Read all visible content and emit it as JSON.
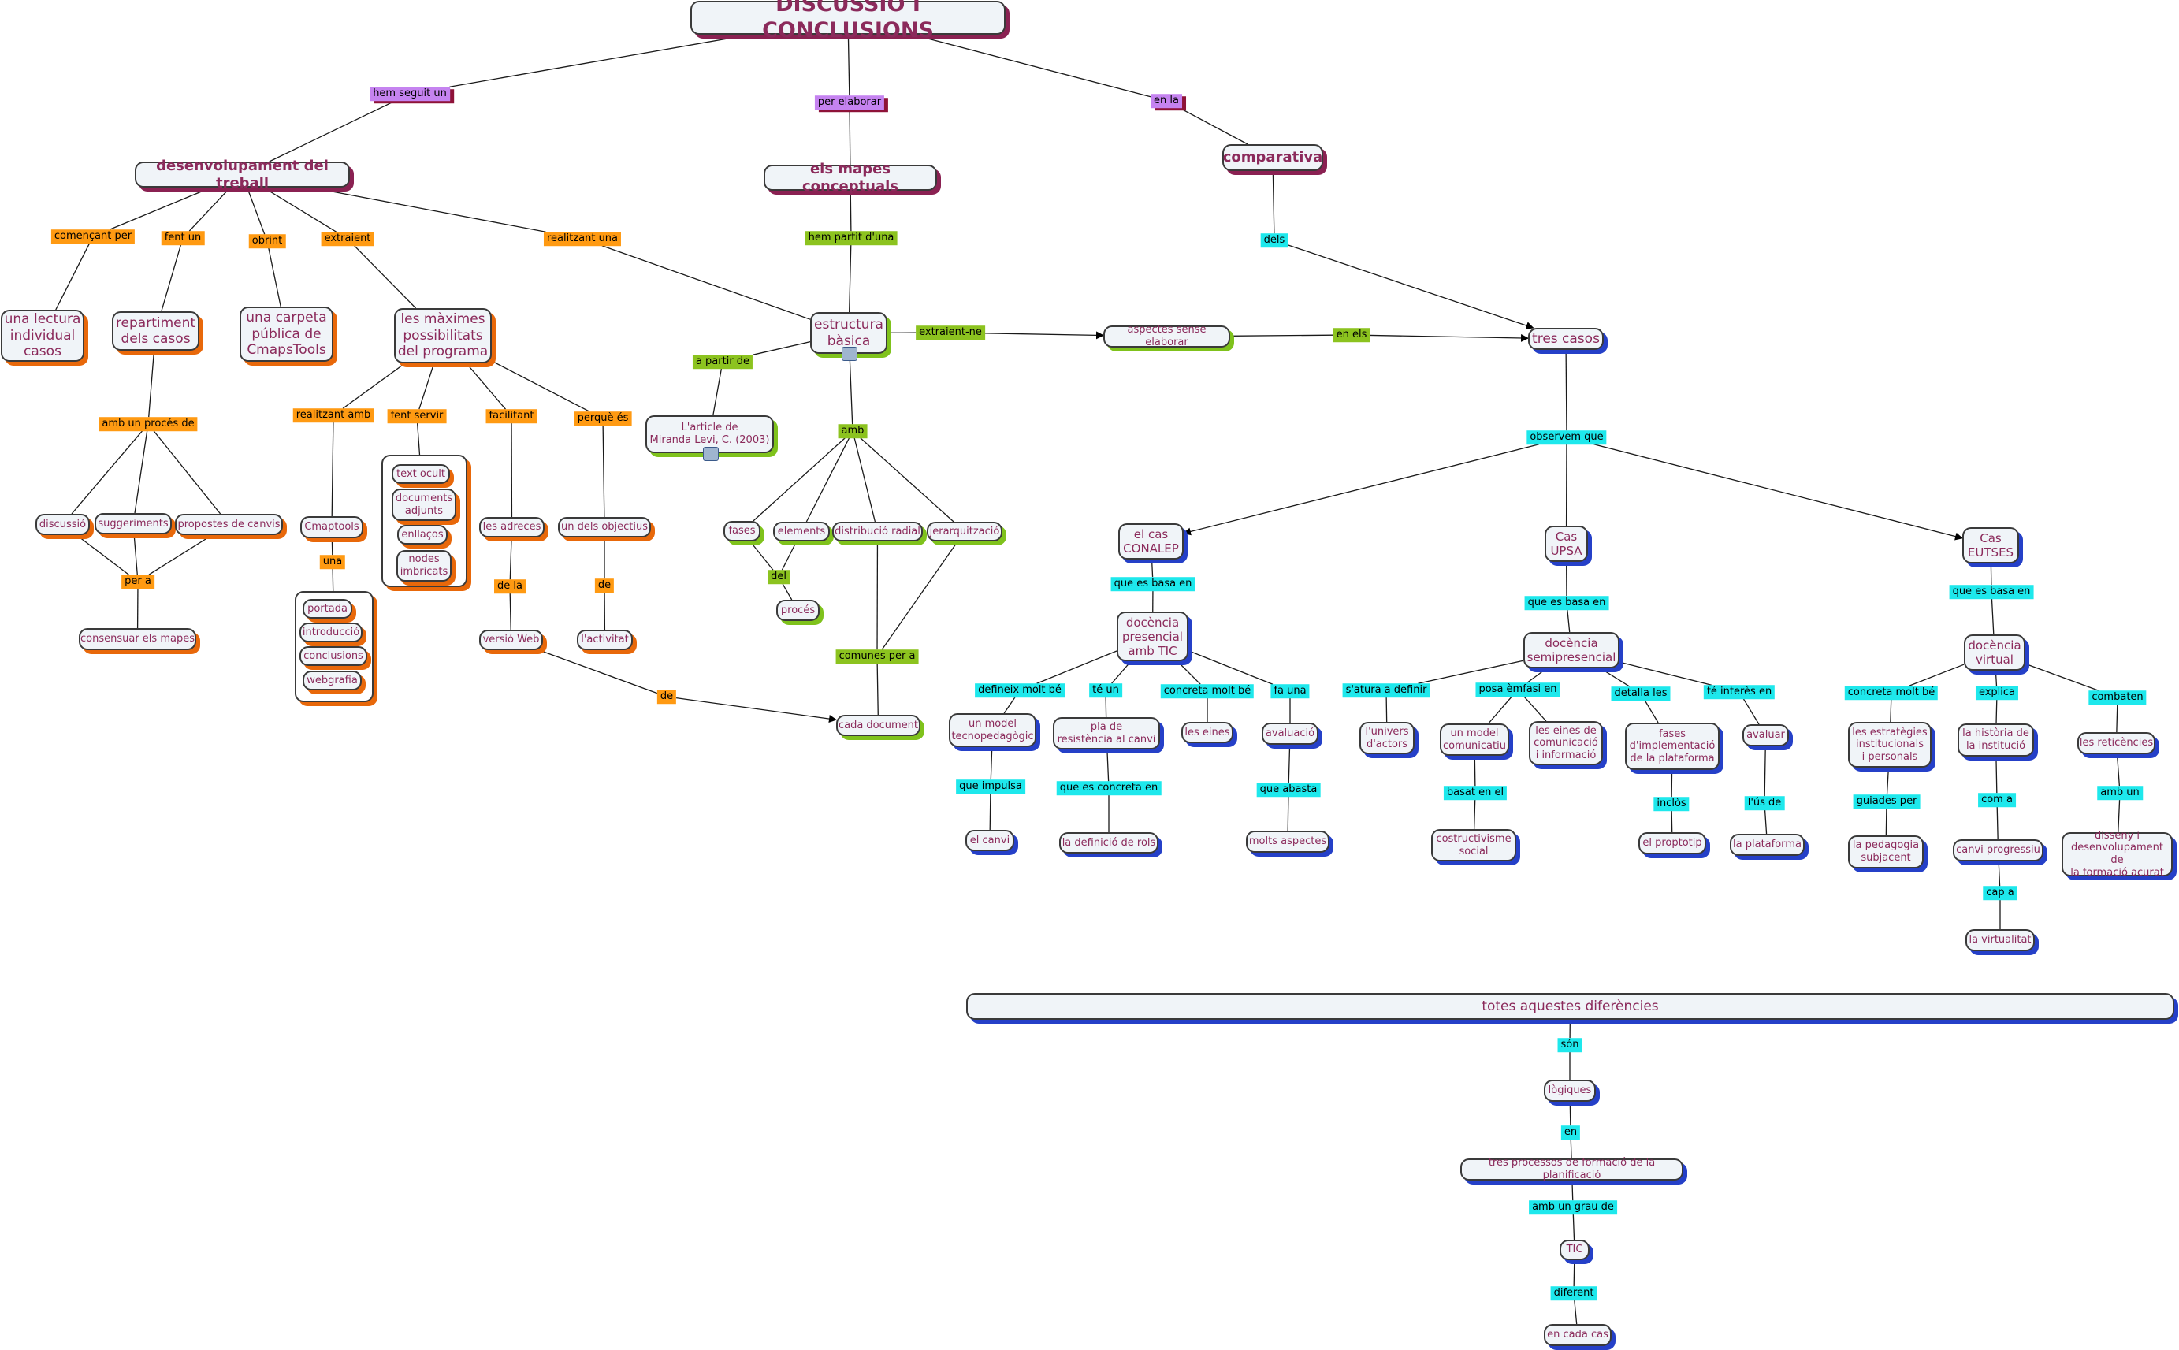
{
  "colors": {
    "text": "#8b2a5b",
    "concept_fill": "#f0f4f8",
    "shadow_orange": "#e8680a",
    "shadow_blue": "#2540c8",
    "shadow_green": "#7fc21c",
    "shadow_maroon": "#8a2152",
    "label_orange": "#ff9a12",
    "label_green": "#8cc31f",
    "label_cyan": "#1ee8ec",
    "label_purple": "#c583f0"
  },
  "concepts": [
    {
      "id": "title",
      "text": "DISCUSSIÓ I CONCLUSIONS"
    },
    {
      "id": "desenvolupament",
      "text": "desenvolupament del treball"
    },
    {
      "id": "mapes",
      "text": "els mapes conceptuals"
    },
    {
      "id": "comparativa",
      "text": "comparativa"
    },
    {
      "id": "lectura",
      "text": "una lectura\nindividual\ncasos"
    },
    {
      "id": "repartiment",
      "text": "repartiment\ndels casos"
    },
    {
      "id": "carpeta",
      "text": "una carpeta\npública de\nCmapsTools"
    },
    {
      "id": "maximes",
      "text": "les màximes\npossibilitats\ndel programa"
    },
    {
      "id": "estructura",
      "text": "estructura\nbàsica"
    },
    {
      "id": "aspectes",
      "text": "aspectes sense elaborar"
    },
    {
      "id": "trescasos",
      "text": "tres casos"
    },
    {
      "id": "article",
      "text": "L'article de\nMiranda Levi, C. (2003)"
    },
    {
      "id": "discussio",
      "text": "discussió"
    },
    {
      "id": "suggeriments",
      "text": "suggeriments"
    },
    {
      "id": "propostes",
      "text": "propostes de canvis"
    },
    {
      "id": "consensuar",
      "text": "consensuar els mapes"
    },
    {
      "id": "cmaptools",
      "text": "Cmaptools"
    },
    {
      "id": "textocult",
      "text": "text ocult"
    },
    {
      "id": "documents",
      "text": "documents\nadjunts"
    },
    {
      "id": "enllacos",
      "text": "enllaços"
    },
    {
      "id": "nodes",
      "text": "nodes\nimbricats"
    },
    {
      "id": "portada",
      "text": "portada"
    },
    {
      "id": "introduccio",
      "text": "introducció"
    },
    {
      "id": "conclusions",
      "text": "conclusions"
    },
    {
      "id": "webgrafia",
      "text": "webgrafia"
    },
    {
      "id": "adreces",
      "text": "les adreces"
    },
    {
      "id": "objectius",
      "text": "un dels objectius"
    },
    {
      "id": "versioweb",
      "text": "versió Web"
    },
    {
      "id": "activitat",
      "text": "l'activitat"
    },
    {
      "id": "fases",
      "text": "fases"
    },
    {
      "id": "elements",
      "text": "elements"
    },
    {
      "id": "distribucio",
      "text": "distribució radial"
    },
    {
      "id": "jerarquitzacio",
      "text": "jerarquització"
    },
    {
      "id": "proces",
      "text": "procés"
    },
    {
      "id": "cadadocument",
      "text": "cada document"
    },
    {
      "id": "conalep",
      "text": "el cas\nCONALEP"
    },
    {
      "id": "upsa",
      "text": "Cas\nUPSA"
    },
    {
      "id": "eutses",
      "text": "Cas\nEUTSES"
    },
    {
      "id": "presencial",
      "text": "docència\npresencial\namb TIC"
    },
    {
      "id": "semipresencial",
      "text": "docència\nsemipresencial"
    },
    {
      "id": "virtual",
      "text": "docència\nvirtual"
    },
    {
      "id": "modeltecno",
      "text": "un model\ntecnopedagògic"
    },
    {
      "id": "resistencia",
      "text": "pla de\nresistència al canvi"
    },
    {
      "id": "leseines",
      "text": "les eines"
    },
    {
      "id": "avaluacio",
      "text": "avaluació"
    },
    {
      "id": "elcanvi",
      "text": "el canvi"
    },
    {
      "id": "rols",
      "text": "la definició de rols"
    },
    {
      "id": "aspectes2",
      "text": "molts aspectes"
    },
    {
      "id": "univers",
      "text": "l'univers\nd'actors"
    },
    {
      "id": "modelcom",
      "text": "un model\ncomunicatiu"
    },
    {
      "id": "einescom",
      "text": "les eines de\ncomunicació\ni informació"
    },
    {
      "id": "fasesimp",
      "text": "fases\nd'implementació\nde la plataforma"
    },
    {
      "id": "avaluar",
      "text": "avaluar"
    },
    {
      "id": "costructivisme",
      "text": "costructivisme\nsocial"
    },
    {
      "id": "proptotip",
      "text": "el proptotip"
    },
    {
      "id": "plataforma",
      "text": "la plataforma"
    },
    {
      "id": "estrategies",
      "text": "les estratègies\ninstitucionals\ni personals"
    },
    {
      "id": "historia",
      "text": "la història de\nla institució"
    },
    {
      "id": "reticencies",
      "text": "les reticències"
    },
    {
      "id": "pedagogia",
      "text": "la pedagogia\nsubjacent"
    },
    {
      "id": "canviprog",
      "text": "canvi progressiu"
    },
    {
      "id": "disseny",
      "text": "disseny i\ndesenvolupament de\nla formació acurat"
    },
    {
      "id": "virtualitat",
      "text": "la virtualitat"
    },
    {
      "id": "totes",
      "text": "totes aquestes diferències"
    },
    {
      "id": "logiques",
      "text": "lògiques"
    },
    {
      "id": "processos",
      "text": "tres processos de formació de la planificació"
    },
    {
      "id": "tic",
      "text": "TIC"
    },
    {
      "id": "cadacas",
      "text": "en cada cas"
    }
  ],
  "linking_phrases": [
    {
      "id": "l_hemseguit",
      "text": "hem seguit un"
    },
    {
      "id": "l_perelaborar",
      "text": "per elaborar"
    },
    {
      "id": "l_enla",
      "text": "en la"
    },
    {
      "id": "l_comencant",
      "text": "començant per"
    },
    {
      "id": "l_fentun",
      "text": "fent un"
    },
    {
      "id": "l_obrint",
      "text": "obrint"
    },
    {
      "id": "l_extraient",
      "text": "extraient"
    },
    {
      "id": "l_realitzantuna",
      "text": "realitzant una"
    },
    {
      "id": "l_hempartit",
      "text": "hem partit d'una"
    },
    {
      "id": "l_dels",
      "text": "dels"
    },
    {
      "id": "l_extraientne",
      "text": "extraient-ne"
    },
    {
      "id": "l_enels",
      "text": "en els"
    },
    {
      "id": "l_apartir",
      "text": "a partir de"
    },
    {
      "id": "l_procesde",
      "text": "amb un procés de"
    },
    {
      "id": "l_pera",
      "text": "per a"
    },
    {
      "id": "l_realitzantamb",
      "text": "realitzant amb"
    },
    {
      "id": "l_fentservir",
      "text": "fent servir"
    },
    {
      "id": "l_facilitant",
      "text": "facilitant"
    },
    {
      "id": "l_perquees",
      "text": "perquè és"
    },
    {
      "id": "l_una",
      "text": "una"
    },
    {
      "id": "l_dela",
      "text": "de la"
    },
    {
      "id": "l_de1",
      "text": "de"
    },
    {
      "id": "l_de2",
      "text": "de"
    },
    {
      "id": "l_amb",
      "text": "amb"
    },
    {
      "id": "l_del",
      "text": "del"
    },
    {
      "id": "l_comunes",
      "text": "comunes per a"
    },
    {
      "id": "l_observem",
      "text": "observem que"
    },
    {
      "id": "l_basa1",
      "text": "que es basa en"
    },
    {
      "id": "l_basa2",
      "text": "que es basa en"
    },
    {
      "id": "l_basa3",
      "text": "que es basa en"
    },
    {
      "id": "l_defineix",
      "text": "defineix molt bé"
    },
    {
      "id": "l_teun",
      "text": "té un"
    },
    {
      "id": "l_concreta1",
      "text": "concreta molt bé"
    },
    {
      "id": "l_faun",
      "text": "fa una"
    },
    {
      "id": "l_impulsa",
      "text": "que impulsa"
    },
    {
      "id": "l_concretaen",
      "text": "que es concreta en"
    },
    {
      "id": "l_abasta",
      "text": "que abasta"
    },
    {
      "id": "l_satura",
      "text": "s'atura a definir"
    },
    {
      "id": "l_posa",
      "text": "posa èmfasi en"
    },
    {
      "id": "l_detalla",
      "text": "detalla les"
    },
    {
      "id": "l_interes",
      "text": "té interès en"
    },
    {
      "id": "l_basat",
      "text": "basat en el"
    },
    {
      "id": "l_inclos",
      "text": "inclòs"
    },
    {
      "id": "l_usde",
      "text": "l'ús de"
    },
    {
      "id": "l_concreta2",
      "text": "concreta molt bé"
    },
    {
      "id": "l_explica",
      "text": "explica"
    },
    {
      "id": "l_combaten",
      "text": "combaten"
    },
    {
      "id": "l_guiades",
      "text": "guiades per"
    },
    {
      "id": "l_coma",
      "text": "com a"
    },
    {
      "id": "l_capa",
      "text": "cap a"
    },
    {
      "id": "l_ambun",
      "text": "amb un"
    },
    {
      "id": "l_son",
      "text": "són"
    },
    {
      "id": "l_en",
      "text": "en"
    },
    {
      "id": "l_grau",
      "text": "amb un grau de"
    },
    {
      "id": "l_diferent",
      "text": "diferent"
    }
  ],
  "connections": [
    [
      "title",
      "l_hemseguit"
    ],
    [
      "l_hemseguit",
      "desenvolupament"
    ],
    [
      "title",
      "l_perelaborar"
    ],
    [
      "l_perelaborar",
      "mapes"
    ],
    [
      "title",
      "l_enla"
    ],
    [
      "l_enla",
      "comparativa"
    ],
    [
      "desenvolupament",
      "l_comencant"
    ],
    [
      "l_comencant",
      "lectura"
    ],
    [
      "desenvolupament",
      "l_fentun"
    ],
    [
      "l_fentun",
      "repartiment"
    ],
    [
      "desenvolupament",
      "l_obrint"
    ],
    [
      "l_obrint",
      "carpeta"
    ],
    [
      "desenvolupament",
      "l_extraient"
    ],
    [
      "l_extraient",
      "maximes"
    ],
    [
      "desenvolupament",
      "l_realitzantuna"
    ],
    [
      "l_realitzantuna",
      "estructura"
    ],
    [
      "mapes",
      "l_hempartit"
    ],
    [
      "l_hempartit",
      "estructura"
    ],
    [
      "comparativa",
      "l_dels"
    ],
    [
      "l_dels",
      "trescasos"
    ],
    [
      "estructura",
      "l_extraientne"
    ],
    [
      "l_extraientne",
      "aspectes"
    ],
    [
      "aspectes",
      "l_enels"
    ],
    [
      "l_enels",
      "trescasos"
    ],
    [
      "estructura",
      "l_apartir"
    ],
    [
      "l_apartir",
      "article"
    ],
    [
      "repartiment",
      "l_procesde"
    ],
    [
      "l_procesde",
      "discussio"
    ],
    [
      "l_procesde",
      "suggeriments"
    ],
    [
      "l_procesde",
      "propostes"
    ],
    [
      "discussio",
      "l_pera"
    ],
    [
      "suggeriments",
      "l_pera"
    ],
    [
      "propostes",
      "l_pera"
    ],
    [
      "l_pera",
      "consensuar"
    ],
    [
      "maximes",
      "l_realitzantamb"
    ],
    [
      "l_realitzantamb",
      "cmaptools"
    ],
    [
      "cmaptools",
      "l_una"
    ],
    [
      "l_una",
      "grp2"
    ],
    [
      "maximes",
      "l_fentservir"
    ],
    [
      "l_fentservir",
      "grp1"
    ],
    [
      "maximes",
      "l_facilitant"
    ],
    [
      "l_facilitant",
      "adreces"
    ],
    [
      "adreces",
      "l_dela"
    ],
    [
      "l_dela",
      "versioweb"
    ],
    [
      "maximes",
      "l_perquees"
    ],
    [
      "l_perquees",
      "objectius"
    ],
    [
      "objectius",
      "l_de1"
    ],
    [
      "l_de1",
      "activitat"
    ],
    [
      "versioweb",
      "l_de2"
    ],
    [
      "l_de2",
      "cadadocument"
    ],
    [
      "estructura",
      "l_amb"
    ],
    [
      "l_amb",
      "fases"
    ],
    [
      "l_amb",
      "elements"
    ],
    [
      "l_amb",
      "distribucio"
    ],
    [
      "l_amb",
      "jerarquitzacio"
    ],
    [
      "fases",
      "l_del"
    ],
    [
      "elements",
      "l_del"
    ],
    [
      "l_del",
      "proces"
    ],
    [
      "distribucio",
      "l_comunes"
    ],
    [
      "jerarquitzacio",
      "l_comunes"
    ],
    [
      "l_comunes",
      "cadadocument"
    ],
    [
      "trescasos",
      "l_observem"
    ],
    [
      "l_observem",
      "conalep"
    ],
    [
      "l_observem",
      "upsa"
    ],
    [
      "l_observem",
      "eutses"
    ],
    [
      "conalep",
      "l_basa1"
    ],
    [
      "l_basa1",
      "presencial"
    ],
    [
      "upsa",
      "l_basa2"
    ],
    [
      "l_basa2",
      "semipresencial"
    ],
    [
      "eutses",
      "l_basa3"
    ],
    [
      "l_basa3",
      "virtual"
    ],
    [
      "presencial",
      "l_defineix"
    ],
    [
      "l_defineix",
      "modeltecno"
    ],
    [
      "presencial",
      "l_teun"
    ],
    [
      "l_teun",
      "resistencia"
    ],
    [
      "presencial",
      "l_concreta1"
    ],
    [
      "l_concreta1",
      "leseines"
    ],
    [
      "presencial",
      "l_faun"
    ],
    [
      "l_faun",
      "avaluacio"
    ],
    [
      "modeltecno",
      "l_impulsa"
    ],
    [
      "l_impulsa",
      "elcanvi"
    ],
    [
      "resistencia",
      "l_concretaen"
    ],
    [
      "l_concretaen",
      "rols"
    ],
    [
      "avaluacio",
      "l_abasta"
    ],
    [
      "l_abasta",
      "aspectes2"
    ],
    [
      "semipresencial",
      "l_satura"
    ],
    [
      "l_satura",
      "univers"
    ],
    [
      "semipresencial",
      "l_posa"
    ],
    [
      "l_posa",
      "modelcom"
    ],
    [
      "l_posa",
      "einescom"
    ],
    [
      "semipresencial",
      "l_detalla"
    ],
    [
      "l_detalla",
      "fasesimp"
    ],
    [
      "semipresencial",
      "l_interes"
    ],
    [
      "l_interes",
      "avaluar"
    ],
    [
      "modelcom",
      "l_basat"
    ],
    [
      "l_basat",
      "costructivisme"
    ],
    [
      "fasesimp",
      "l_inclos"
    ],
    [
      "l_inclos",
      "proptotip"
    ],
    [
      "avaluar",
      "l_usde"
    ],
    [
      "l_usde",
      "plataforma"
    ],
    [
      "virtual",
      "l_concreta2"
    ],
    [
      "l_concreta2",
      "estrategies"
    ],
    [
      "virtual",
      "l_explica"
    ],
    [
      "l_explica",
      "historia"
    ],
    [
      "virtual",
      "l_combaten"
    ],
    [
      "l_combaten",
      "reticencies"
    ],
    [
      "estrategies",
      "l_guiades"
    ],
    [
      "l_guiades",
      "pedagogia"
    ],
    [
      "historia",
      "l_coma"
    ],
    [
      "l_coma",
      "canviprog"
    ],
    [
      "canviprog",
      "l_capa"
    ],
    [
      "l_capa",
      "virtualitat"
    ],
    [
      "reticencies",
      "l_ambun"
    ],
    [
      "l_ambun",
      "disseny"
    ],
    [
      "totes",
      "l_son"
    ],
    [
      "l_son",
      "logiques"
    ],
    [
      "logiques",
      "l_en"
    ],
    [
      "l_en",
      "processos"
    ],
    [
      "processos",
      "l_grau"
    ],
    [
      "l_grau",
      "tic"
    ],
    [
      "tic",
      "l_diferent"
    ],
    [
      "l_diferent",
      "cadacas"
    ]
  ],
  "arrow_targets": [
    "l_enels->trescasos",
    "l_dels->trescasos",
    "l_extraientne->aspectes",
    "l_de2->cadadocument",
    "l_observem->conalep",
    "l_observem->eutses"
  ]
}
